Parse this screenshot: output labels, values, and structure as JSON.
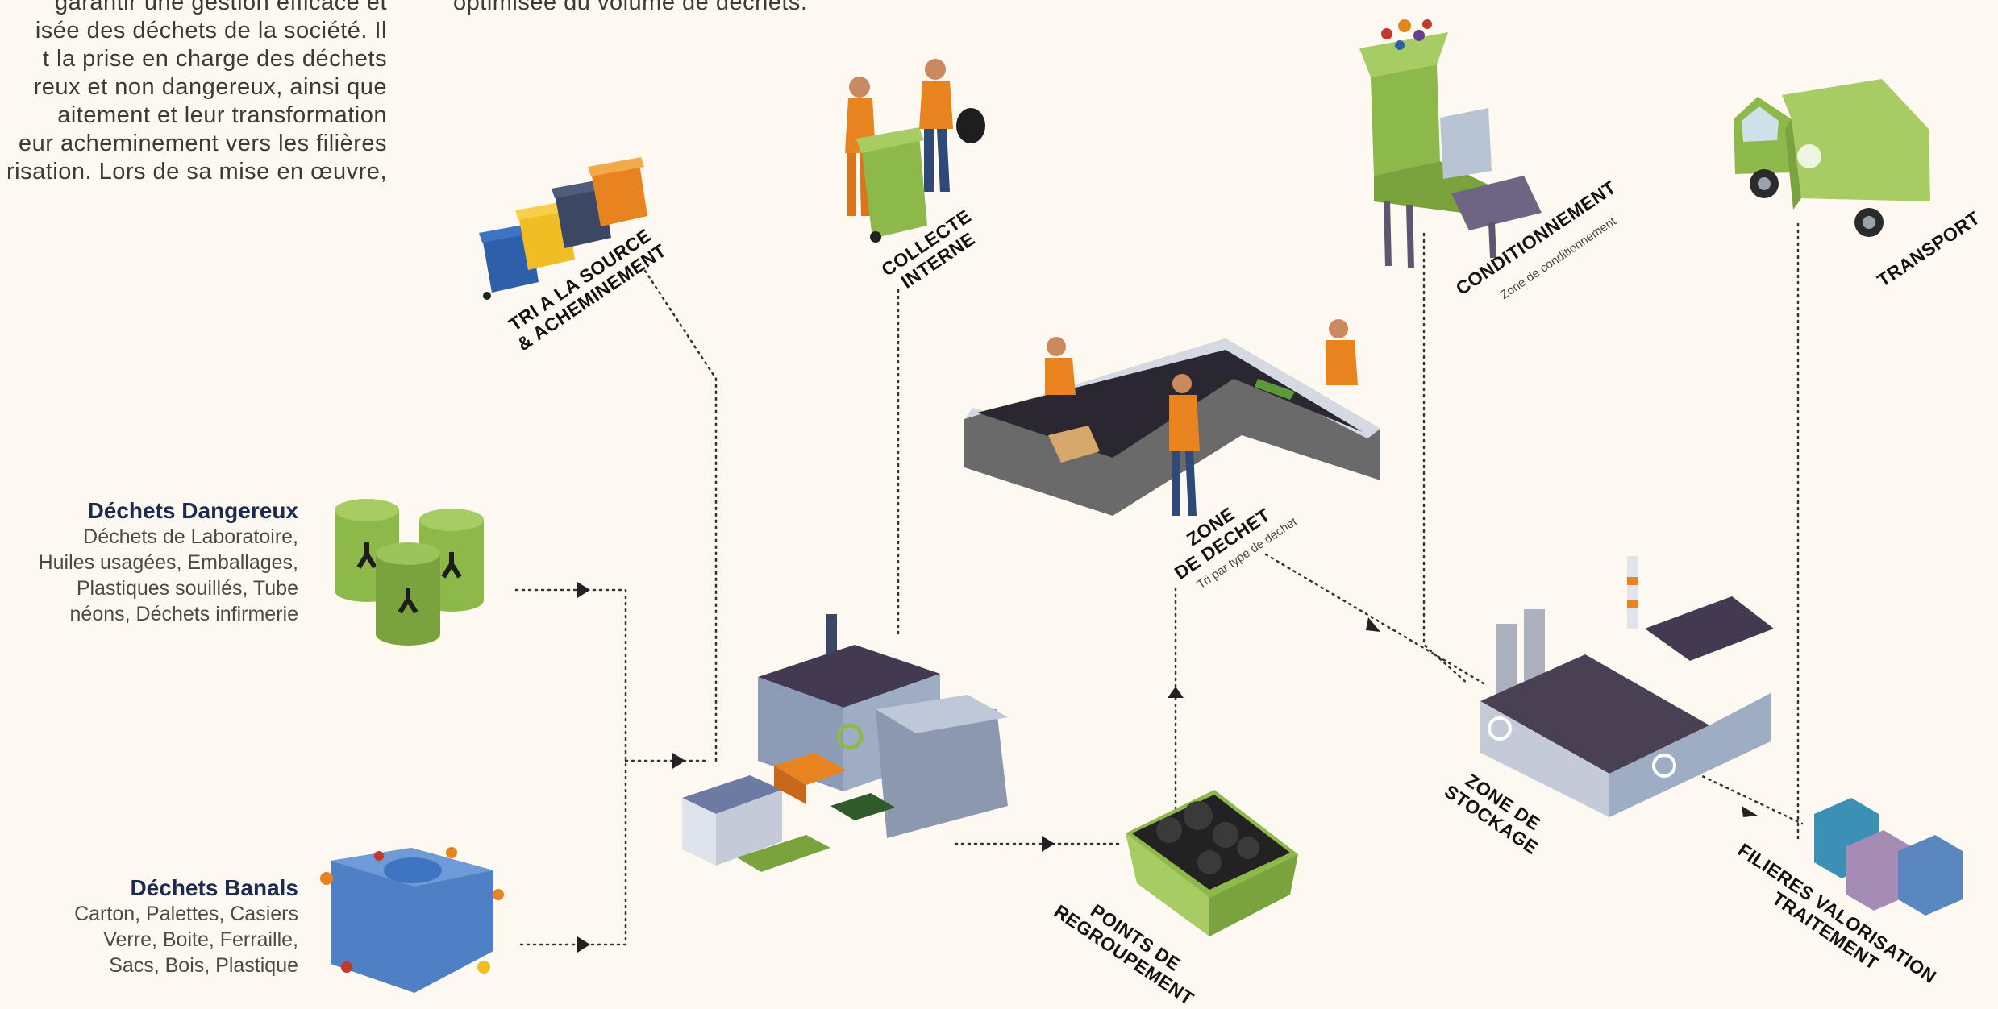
{
  "intro_left": [
    "garantir une gestion efficace et",
    "isée des déchets de la société. Il",
    "t la prise en charge des déchets",
    "reux et non dangereux, ainsi que",
    "aitement et leur transformation",
    "eur acheminement vers les filières",
    "risation. Lors de sa mise en œuvre,"
  ],
  "intro_right": "optimisée du volume de déchets.",
  "categories": {
    "dangerous": {
      "title": "Déchets Dangereux",
      "lines": [
        "Déchets de Laboratoire,",
        "Huiles usagées, Emballages,",
        "Plastiques souillés, Tube",
        "néons, Déchets infirmerie"
      ]
    },
    "banal": {
      "title": "Déchets Banals",
      "lines": [
        "Carton, Palettes, Casiers",
        "Verre, Boite, Ferraille,",
        "Sacs, Bois, Plastique"
      ]
    }
  },
  "steps": {
    "tri": [
      "TRI A LA SOURCE",
      "& ACHEMINEMENT"
    ],
    "collecte": [
      "COLLECTE",
      "INTERNE"
    ],
    "conditionnement": "CONDITIONNEMENT",
    "conditionnement_sub": "Zone de conditionnement",
    "transport": "TRANSPORT",
    "zone_dechet": [
      "ZONE",
      "DE DECHET"
    ],
    "zone_dechet_sub": "Tri par type de déchet",
    "zone_stockage": [
      "ZONE DE",
      "STOCKAGE"
    ],
    "points": [
      "POINTS DE",
      "REGROUPEMENT"
    ],
    "filieres": [
      "FILIERES VALORISATION",
      "TRAITEMENT"
    ]
  },
  "colors": {
    "background": "#fdf9f1",
    "accent_navy": "#1d2b50",
    "green": "#8db84a",
    "orange": "#e8841f",
    "blue": "#2f5fa8",
    "yellow": "#f1bd25"
  },
  "icons": [
    "bins-icon",
    "workers-icon",
    "press-machine-icon",
    "truck-icon",
    "sorting-line-icon",
    "barrels-icon",
    "waste-pile-icon",
    "factory-icon",
    "skip-container-icon",
    "warehouse-icon",
    "bales-icon"
  ]
}
